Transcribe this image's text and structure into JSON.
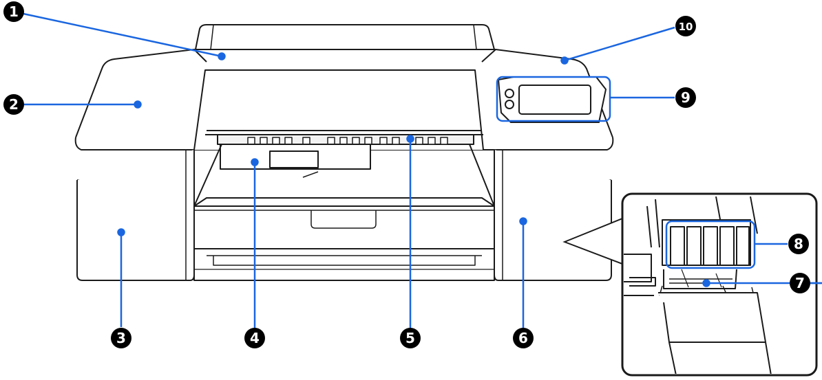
{
  "callouts": [
    {
      "id": 1,
      "label": "1"
    },
    {
      "id": 2,
      "label": "2"
    },
    {
      "id": 3,
      "label": "3"
    },
    {
      "id": 4,
      "label": "4"
    },
    {
      "id": 5,
      "label": "5"
    },
    {
      "id": 6,
      "label": "6"
    },
    {
      "id": 7,
      "label": "7"
    },
    {
      "id": 8,
      "label": "8"
    },
    {
      "id": 9,
      "label": "9"
    },
    {
      "id": 10,
      "label": "10"
    }
  ],
  "colors": {
    "leader": "#1a66e0",
    "badge": "#000000",
    "outline": "#1a1a1a",
    "shade": "#eeeeee"
  },
  "icons": [
    "printer-illustration",
    "ink-cartridge-inset",
    "control-panel-screen"
  ]
}
